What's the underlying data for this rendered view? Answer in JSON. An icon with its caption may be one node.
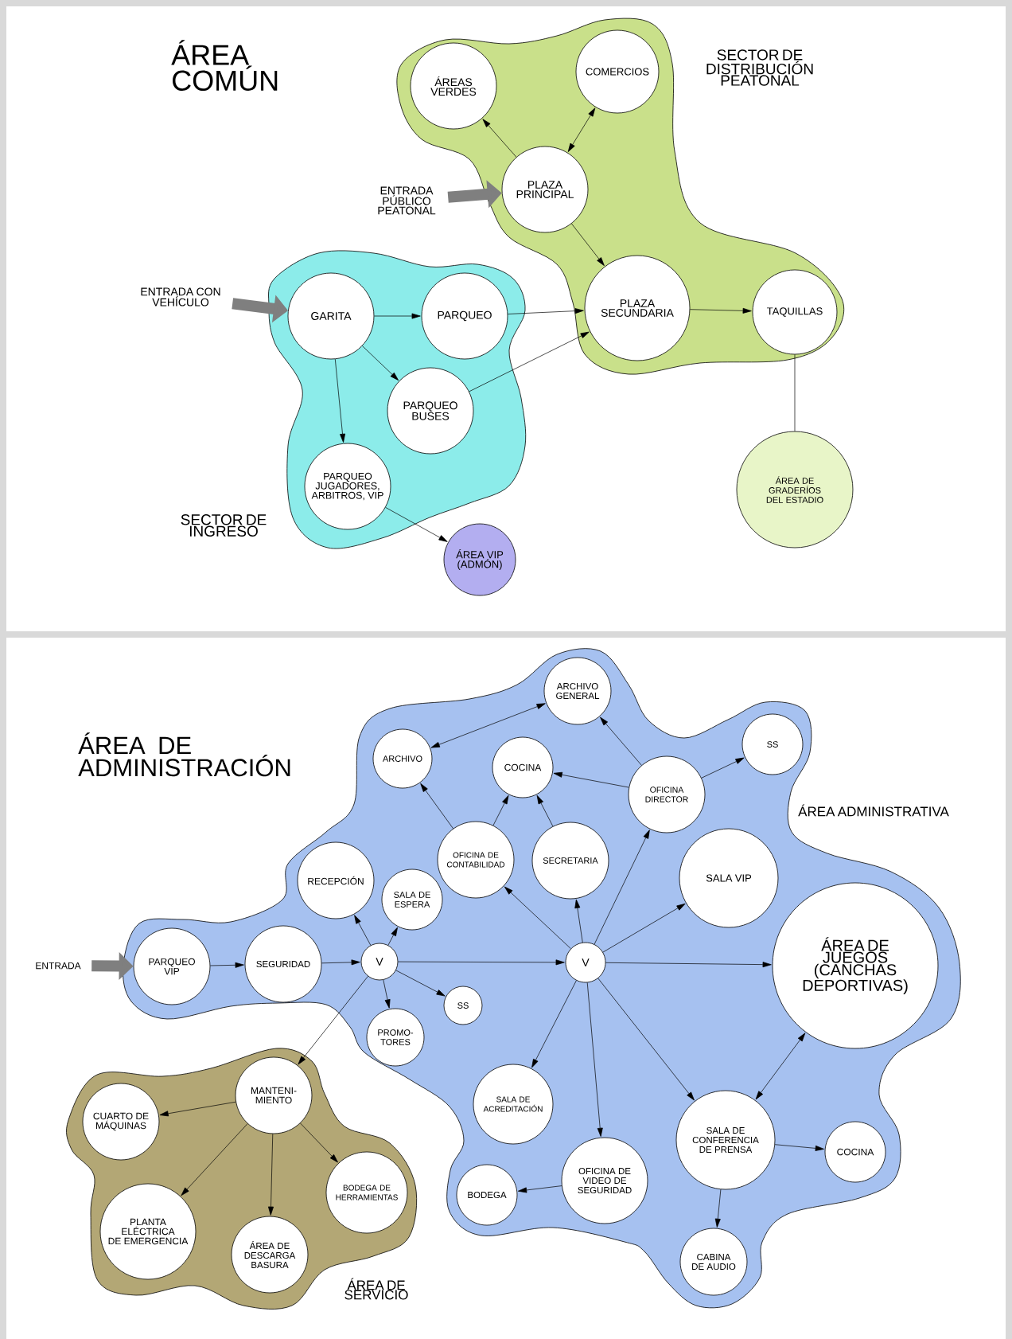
{
  "diagram": {
    "nodes": [
      {
        "text": [
          "SECTOR DE DISTRIBUCIÓN PEATONAL"
        ]
      },
      {
        "text": [
          "ÁREAS VERDES"
        ],
        "in": 0
      },
      {
        "text": [
          "COMERCIOS"
        ],
        "in": 0
      },
      {
        "text": [
          "PLAZA PRINCIPAL"
        ],
        "in": 0
      },
      {
        "text": [
          "PLAZA SECUNDARIA"
        ],
        "in": 0
      },
      {
        "text": [
          "TAQUILLAS"
        ],
        "in": 0
      },
      {
        "text": [
          "ENTRADA PÚBLICO PEATONAL"
        ]
      },
      {
        "text": [
          "ENTRADA CON VEHÍCULO"
        ]
      },
      {
        "text": [
          "SECTOR DE INGRESO"
        ]
      },
      {
        "text": [
          "GARITA"
        ],
        "in": 8
      },
      {
        "text": [
          "PARQUEO"
        ],
        "in": 8
      },
      {
        "text": [
          "PARQUEO BUSES"
        ],
        "in": 8
      },
      {
        "text": [
          "PARQUEO JUGADORES, ARBITROS, VIP"
        ],
        "in": 8
      },
      {
        "text": [
          "ÁREA DE GRADERÍOS DEL ESTADIO"
        ]
      },
      {
        "text": [
          "ÁREA VIP (ADMÓN)"
        ]
      },
      {
        "text": [
          "ÁREA ADMINISTRATIVA"
        ]
      },
      {
        "text": [
          "ARCHIVO GENERAL"
        ],
        "in": 15
      },
      {
        "text": [
          "ARCHIVO"
        ],
        "in": 15
      },
      {
        "text": [
          "COCINA"
        ],
        "in": 15
      },
      {
        "text": [
          "OFICINA DIRECTOR"
        ],
        "in": 15
      },
      {
        "text": [
          "SS"
        ],
        "in": 15
      },
      {
        "text": [
          "OFICINA DE CONTABILIDAD"
        ],
        "in": 15
      },
      {
        "text": [
          "SECRETARIA"
        ],
        "in": 15
      },
      {
        "text": [
          "RECEPCIÓN"
        ],
        "in": 15
      },
      {
        "text": [
          "SALA DE ESPERA"
        ],
        "in": 15
      },
      {
        "text": [
          "SALA VIP"
        ],
        "in": 15
      },
      {
        "text": [
          "ENTRADA"
        ]
      },
      {
        "text": [
          "PARQUEO VIP"
        ],
        "in": 15
      },
      {
        "text": [
          "SEGURIDAD"
        ],
        "in": 15
      },
      {
        "text": [
          "V"
        ],
        "in": 15
      },
      {
        "text": [
          "V"
        ],
        "in": 15
      },
      {
        "text": [
          "ÁREA DE JUEGOS (CANCHAS DEPORTIVAS)"
        ],
        "in": 15
      },
      {
        "text": [
          "SS"
        ],
        "in": 15
      },
      {
        "text": [
          "PROMO-TORES"
        ],
        "in": 15
      },
      {
        "text": [
          "SALA DE ACREDITACIÓN"
        ],
        "in": 15
      },
      {
        "text": [
          "SALA DE CONFERENCIA DE PRENSA"
        ],
        "in": 15
      },
      {
        "text": [
          "COCINA"
        ],
        "in": 15
      },
      {
        "text": [
          "OFICINA DE VIDEO DE SEGURIDAD"
        ],
        "in": 15
      },
      {
        "text": [
          "BODEGA"
        ],
        "in": 15
      },
      {
        "text": [
          "CABINA DE AUDIO"
        ],
        "in": 15
      },
      {
        "text": [
          "ÁREA DE SERVICIO"
        ]
      },
      {
        "text": [
          "MANTENI-MIENTO"
        ],
        "in": 40
      },
      {
        "text": [
          "CUARTO DE MÁQUINAS"
        ],
        "in": 40
      },
      {
        "text": [
          "PLANTA ELÉCTRICA DE EMERGENCIA"
        ],
        "in": 40
      },
      {
        "text": [
          "ÁREA DE DESCARGA BASURA"
        ],
        "in": 40
      },
      {
        "text": [
          "BODEGA DE HERRAMIENTAS"
        ],
        "in": 40
      }
    ],
    "edges": [
      {
        "from": 3,
        "to": 1,
        "arrow": "to"
      },
      {
        "from": 3,
        "to": 2,
        "arrow": "both"
      },
      {
        "from": 3,
        "to": 4,
        "arrow": "to"
      },
      {
        "from": 4,
        "to": 5,
        "arrow": "to"
      },
      {
        "from": 10,
        "to": 4,
        "arrow": "to"
      },
      {
        "from": 11,
        "to": 4,
        "arrow": "to"
      },
      {
        "from": 9,
        "to": 10,
        "arrow": "to"
      },
      {
        "from": 9,
        "to": 11,
        "arrow": "to"
      },
      {
        "from": 9,
        "to": 12,
        "arrow": "to"
      },
      {
        "from": 12,
        "to": 14,
        "arrow": "to"
      },
      {
        "from": 5,
        "to": 13,
        "arrow": "none"
      },
      {
        "from": 7,
        "to": 9,
        "arrow": "to",
        "style": "thick",
        "color": "#7f7f7f"
      },
      {
        "from": 6,
        "to": 3,
        "arrow": "to",
        "style": "thick",
        "color": "#7f7f7f"
      },
      {
        "from": 26,
        "to": 27,
        "arrow": "to",
        "style": "thick",
        "color": "#7f7f7f"
      },
      {
        "from": 27,
        "to": 28,
        "arrow": "to"
      },
      {
        "from": 28,
        "to": 29,
        "arrow": "to"
      },
      {
        "from": 29,
        "to": 23,
        "arrow": "to"
      },
      {
        "from": 29,
        "to": 24,
        "arrow": "to"
      },
      {
        "from": 29,
        "to": 32,
        "arrow": "to"
      },
      {
        "from": 29,
        "to": 33,
        "arrow": "to"
      },
      {
        "from": 29,
        "to": 30,
        "arrow": "to"
      },
      {
        "from": 29,
        "to": 41,
        "arrow": "to"
      },
      {
        "from": 30,
        "to": 21,
        "arrow": "to"
      },
      {
        "from": 30,
        "to": 22,
        "arrow": "to"
      },
      {
        "from": 30,
        "to": 19,
        "arrow": "to"
      },
      {
        "from": 30,
        "to": 25,
        "arrow": "to"
      },
      {
        "from": 30,
        "to": 31,
        "arrow": "to"
      },
      {
        "from": 30,
        "to": 34,
        "arrow": "to"
      },
      {
        "from": 30,
        "to": 37,
        "arrow": "to"
      },
      {
        "from": 30,
        "to": 35,
        "arrow": "to"
      },
      {
        "from": 21,
        "to": 17,
        "arrow": "to"
      },
      {
        "from": 21,
        "to": 18,
        "arrow": "to"
      },
      {
        "from": 22,
        "to": 18,
        "arrow": "to"
      },
      {
        "from": 19,
        "to": 18,
        "arrow": "to"
      },
      {
        "from": 19,
        "to": 16,
        "arrow": "to"
      },
      {
        "from": 19,
        "to": 20,
        "arrow": "to"
      },
      {
        "from": 17,
        "to": 16,
        "arrow": "both"
      },
      {
        "from": 31,
        "to": 35,
        "arrow": "both"
      },
      {
        "from": 35,
        "to": 36,
        "arrow": "to"
      },
      {
        "from": 35,
        "to": 39,
        "arrow": "to"
      },
      {
        "from": 37,
        "to": 38,
        "arrow": "to"
      },
      {
        "from": 41,
        "to": 42,
        "arrow": "to"
      },
      {
        "from": 41,
        "to": 43,
        "arrow": "to"
      },
      {
        "from": 41,
        "to": 44,
        "arrow": "to"
      },
      {
        "from": 41,
        "to": 45,
        "arrow": "to"
      }
    ],
    "labels": [
      "ÁREA COMÚN",
      "ÁREA DE ADMINISTRACIÓN"
    ]
  }
}
